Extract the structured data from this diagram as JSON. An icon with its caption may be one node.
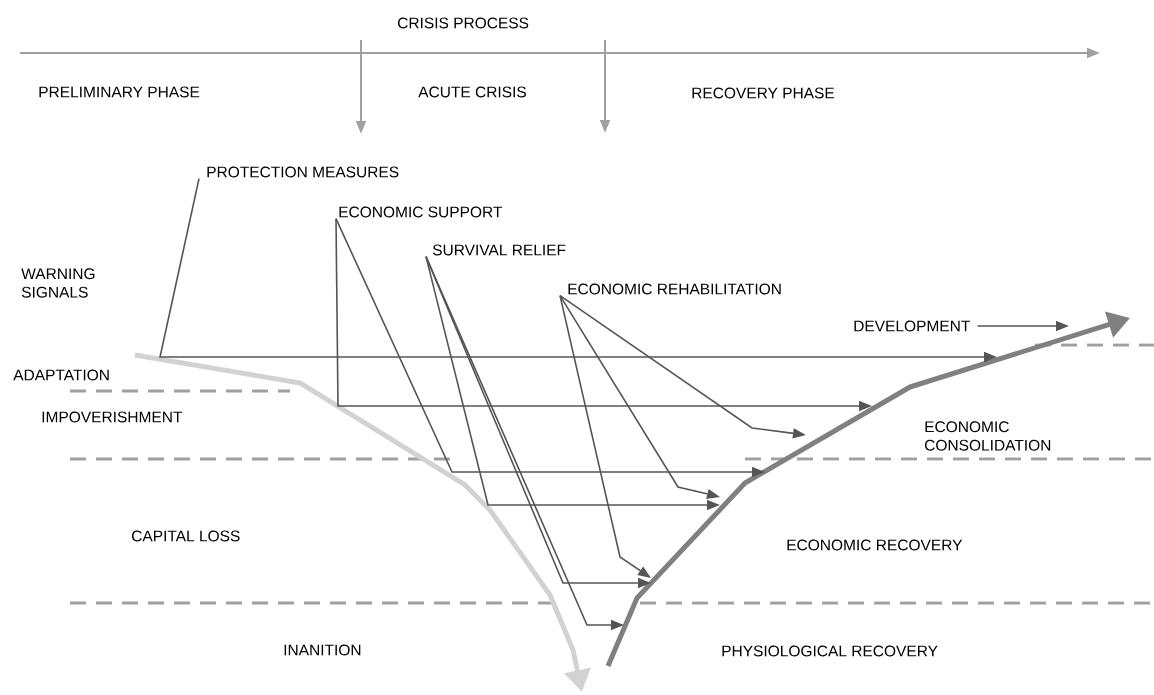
{
  "diagram": {
    "nodes": [
      {
        "text": [
          "PROTECTION MEASURES"
        ]
      },
      {
        "text": [
          "ECONOMIC SUPPORT"
        ]
      },
      {
        "text": [
          "SURVIVAL RELIEF"
        ]
      },
      {
        "text": [
          "ECONOMIC REHABILITATION"
        ]
      },
      {
        "text": [
          "DEVELOPMENT"
        ]
      }
    ],
    "edges": [
      {
        "from": 0,
        "to": null,
        "arrow": "to"
      },
      {
        "from": 1,
        "to": null,
        "arrow": "to"
      },
      {
        "from": 1,
        "to": null,
        "arrow": "to"
      },
      {
        "from": 2,
        "to": null,
        "arrow": "to"
      },
      {
        "from": 2,
        "to": null,
        "arrow": "to"
      },
      {
        "from": 2,
        "to": null,
        "arrow": "to"
      },
      {
        "from": 3,
        "to": null,
        "arrow": "to"
      },
      {
        "from": 3,
        "to": null,
        "arrow": "to"
      },
      {
        "from": 3,
        "to": null,
        "arrow": "to"
      },
      {
        "from": 4,
        "to": null,
        "arrow": "to"
      }
    ],
    "labels": [
      "CRISIS PROCESS",
      "PRELIMINARY PHASE",
      "ACUTE CRISIS",
      "RECOVERY PHASE",
      "WARNING SIGNALS",
      "ADAPTATION",
      "ECONOMIC CONSOLIDATION",
      "IMPOVERISHMENT",
      "CAPITAL LOSS",
      "ECONOMIC RECOVERY",
      "INANITION",
      "PHYSIOLOGICAL RECOVERY"
    ]
  }
}
